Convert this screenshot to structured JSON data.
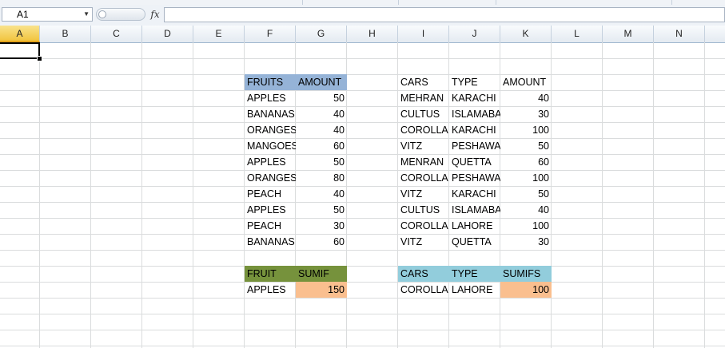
{
  "formula_bar": {
    "name_box": "A1",
    "fx_label": "fx",
    "formula": ""
  },
  "columns": [
    "A",
    "B",
    "C",
    "D",
    "E",
    "F",
    "G",
    "H",
    "I",
    "J",
    "K",
    "L",
    "M",
    "N"
  ],
  "active_column": "A",
  "fruits_table": {
    "headers": [
      "FRUITS",
      "AMOUNT"
    ],
    "rows": [
      [
        "APPLES",
        "50"
      ],
      [
        "BANANAS",
        "40"
      ],
      [
        "ORANGES",
        "40"
      ],
      [
        "MANGOES",
        "60"
      ],
      [
        "APPLES",
        "50"
      ],
      [
        "ORANGES",
        "80"
      ],
      [
        "PEACH",
        "40"
      ],
      [
        "APPLES",
        "50"
      ],
      [
        "PEACH",
        "30"
      ],
      [
        "BANANAS",
        "60"
      ]
    ]
  },
  "cars_table": {
    "headers": [
      "CARS",
      "TYPE",
      "AMOUNT"
    ],
    "rows": [
      [
        "MEHRAN",
        "KARACHI",
        "40"
      ],
      [
        "CULTUS",
        "ISLAMABAD",
        "30"
      ],
      [
        "COROLLA",
        "KARACHI",
        "100"
      ],
      [
        "VITZ",
        "PESHAWAR",
        "50"
      ],
      [
        "MENRAN",
        "QUETTA",
        "60"
      ],
      [
        "COROLLA",
        "PESHAWAR",
        "100"
      ],
      [
        "VITZ",
        "KARACHI",
        "50"
      ],
      [
        "CULTUS",
        "ISLAMABAD",
        "40"
      ],
      [
        "COROLLA",
        "LAHORE",
        "100"
      ],
      [
        "VITZ",
        "QUETTA",
        "30"
      ]
    ]
  },
  "sumif_table": {
    "headers": [
      "FRUIT",
      "SUMIF"
    ],
    "criteria": "APPLES",
    "result": "150"
  },
  "sumifs_table": {
    "headers": [
      "CARS",
      "TYPE",
      "SUMIFS"
    ],
    "criteria_car": "COROLLA",
    "criteria_type": "LAHORE",
    "result": "100"
  },
  "colors": {
    "fruit_header": "#95b3d7",
    "sumif_header": "#76923c",
    "sumifs_header": "#92cddc",
    "result_fill": "#fabf8f",
    "active_column": "#f1c43f"
  }
}
